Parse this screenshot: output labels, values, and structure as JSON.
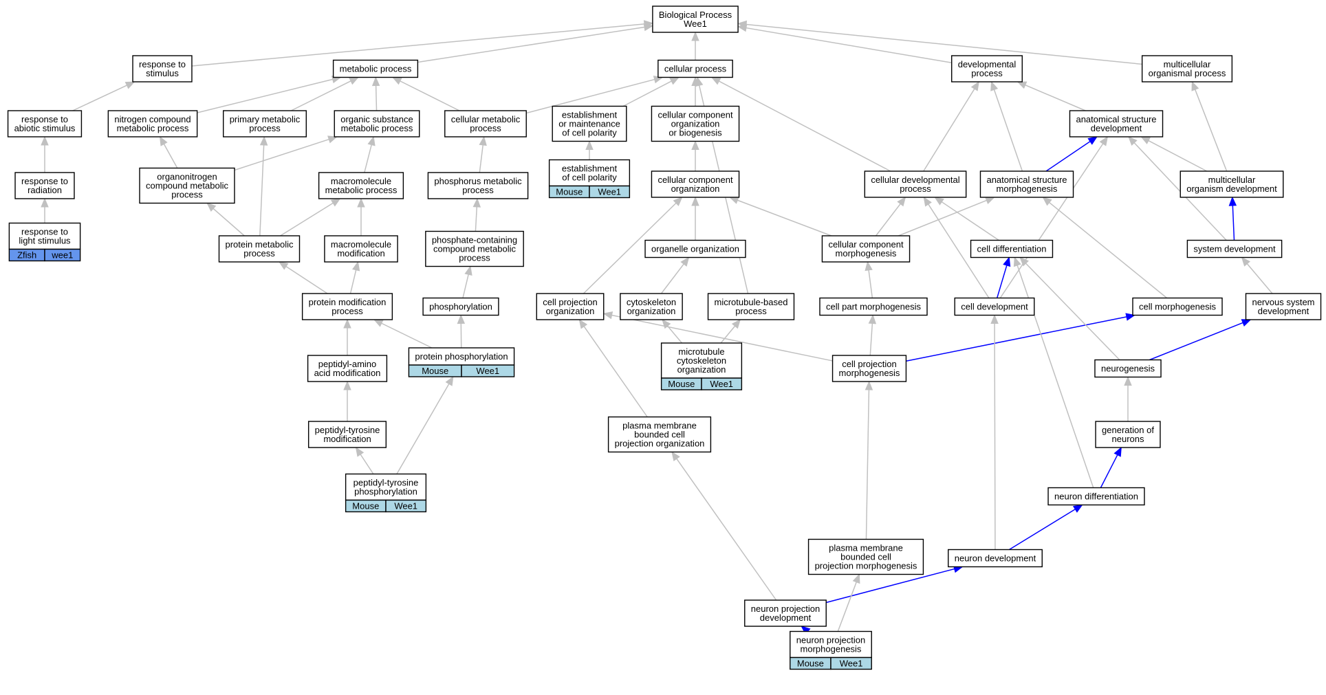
{
  "colors": {
    "edge_gray": "#c0c0c0",
    "edge_blue": "#0000ff",
    "mouse_fill": "#add8e6",
    "zfish_fill": "#6495ed"
  },
  "nodes": [
    {
      "id": "bp",
      "lines": [
        "Biological Process",
        "Wee1"
      ]
    },
    {
      "id": "rts",
      "lines": [
        "response to",
        "stimulus"
      ]
    },
    {
      "id": "mp",
      "lines": [
        "metabolic process"
      ]
    },
    {
      "id": "cp",
      "lines": [
        "cellular process"
      ]
    },
    {
      "id": "dp",
      "lines": [
        "developmental",
        "process"
      ]
    },
    {
      "id": "mop",
      "lines": [
        "multicellular",
        "organismal process"
      ]
    },
    {
      "id": "ras",
      "lines": [
        "response to",
        "abiotic stimulus"
      ]
    },
    {
      "id": "ncmp",
      "lines": [
        "nitrogen compound",
        "metabolic process"
      ]
    },
    {
      "id": "pmp",
      "lines": [
        "primary metabolic",
        "process"
      ]
    },
    {
      "id": "osmp",
      "lines": [
        "organic substance",
        "metabolic process"
      ]
    },
    {
      "id": "cmp",
      "lines": [
        "cellular metabolic",
        "process"
      ]
    },
    {
      "id": "emcp",
      "lines": [
        "establishment",
        "or maintenance",
        "of cell polarity"
      ]
    },
    {
      "id": "ccob",
      "lines": [
        "cellular component",
        "organization",
        "or biogenesis"
      ]
    },
    {
      "id": "asd",
      "lines": [
        "anatomical structure",
        "development"
      ]
    },
    {
      "id": "rtr",
      "lines": [
        "response to",
        "radiation"
      ]
    },
    {
      "id": "oncmp",
      "lines": [
        "organonitrogen",
        "compound metabolic",
        "process"
      ]
    },
    {
      "id": "mmp",
      "lines": [
        "macromolecule",
        "metabolic process"
      ]
    },
    {
      "id": "phmp",
      "lines": [
        "phosphorus metabolic",
        "process"
      ]
    },
    {
      "id": "ecp",
      "lines": [
        "establishment",
        "of cell polarity"
      ],
      "tags": [
        "Mouse",
        "Wee1"
      ]
    },
    {
      "id": "cco",
      "lines": [
        "cellular component",
        "organization"
      ]
    },
    {
      "id": "cdp",
      "lines": [
        "cellular developmental",
        "process"
      ]
    },
    {
      "id": "asm",
      "lines": [
        "anatomical structure",
        "morphogenesis"
      ]
    },
    {
      "id": "mod",
      "lines": [
        "multicellular",
        "organism development"
      ]
    },
    {
      "id": "rls",
      "lines": [
        "response to",
        "light stimulus"
      ],
      "tags": [
        "Zfish",
        "wee1"
      ],
      "tag_color": "zfish"
    },
    {
      "id": "prmp",
      "lines": [
        "protein metabolic",
        "process"
      ]
    },
    {
      "id": "mm",
      "lines": [
        "macromolecule",
        "modification"
      ]
    },
    {
      "id": "pccmp",
      "lines": [
        "phosphate-containing",
        "compound metabolic",
        "process"
      ]
    },
    {
      "id": "oo",
      "lines": [
        "organelle organization"
      ]
    },
    {
      "id": "ccm",
      "lines": [
        "cellular component",
        "morphogenesis"
      ]
    },
    {
      "id": "cdiff",
      "lines": [
        "cell differentiation"
      ]
    },
    {
      "id": "sd",
      "lines": [
        "system development"
      ]
    },
    {
      "id": "pmod",
      "lines": [
        "protein modification",
        "process"
      ]
    },
    {
      "id": "phos",
      "lines": [
        "phosphorylation"
      ]
    },
    {
      "id": "cpo",
      "lines": [
        "cell projection",
        "organization"
      ]
    },
    {
      "id": "cyto",
      "lines": [
        "cytoskeleton",
        "organization"
      ]
    },
    {
      "id": "mbp",
      "lines": [
        "microtubule-based",
        "process"
      ]
    },
    {
      "id": "cpm",
      "lines": [
        "cell part morphogenesis"
      ]
    },
    {
      "id": "cdev",
      "lines": [
        "cell development"
      ]
    },
    {
      "id": "cmorph",
      "lines": [
        "cell morphogenesis"
      ]
    },
    {
      "id": "nsd",
      "lines": [
        "nervous system",
        "development"
      ]
    },
    {
      "id": "pam",
      "lines": [
        "peptidyl-amino",
        "acid modification"
      ]
    },
    {
      "id": "pp",
      "lines": [
        "protein phosphorylation"
      ],
      "tags": [
        "Mouse",
        "Wee1"
      ]
    },
    {
      "id": "mco",
      "lines": [
        "microtubule",
        "cytoskeleton",
        "organization"
      ],
      "tags": [
        "Mouse",
        "Wee1"
      ]
    },
    {
      "id": "cpmorph",
      "lines": [
        "cell projection",
        "morphogenesis"
      ]
    },
    {
      "id": "neurog",
      "lines": [
        "neurogenesis"
      ]
    },
    {
      "id": "ptm",
      "lines": [
        "peptidyl-tyrosine",
        "modification"
      ]
    },
    {
      "id": "pmbcpo",
      "lines": [
        "plasma membrane",
        "bounded cell",
        "projection organization"
      ]
    },
    {
      "id": "gon",
      "lines": [
        "generation of",
        "neurons"
      ]
    },
    {
      "id": "ptp",
      "lines": [
        "peptidyl-tyrosine",
        "phosphorylation"
      ],
      "tags": [
        "Mouse",
        "Wee1"
      ]
    },
    {
      "id": "ndiff",
      "lines": [
        "neuron differentiation"
      ]
    },
    {
      "id": "pmbcpm",
      "lines": [
        "plasma membrane",
        "bounded cell",
        "projection morphogenesis"
      ]
    },
    {
      "id": "ndev",
      "lines": [
        "neuron development"
      ]
    },
    {
      "id": "npd",
      "lines": [
        "neuron projection",
        "development"
      ]
    },
    {
      "id": "npm",
      "lines": [
        "neuron projection",
        "morphogenesis"
      ],
      "tags": [
        "Mouse",
        "Wee1"
      ]
    }
  ],
  "edges": [
    {
      "from": "rts",
      "to": "bp",
      "color": "gray"
    },
    {
      "from": "mp",
      "to": "bp",
      "color": "gray"
    },
    {
      "from": "cp",
      "to": "bp",
      "color": "gray"
    },
    {
      "from": "dp",
      "to": "bp",
      "color": "gray"
    },
    {
      "from": "mop",
      "to": "bp",
      "color": "gray"
    },
    {
      "from": "ras",
      "to": "rts",
      "color": "gray"
    },
    {
      "from": "rtr",
      "to": "ras",
      "color": "gray"
    },
    {
      "from": "rls",
      "to": "rtr",
      "color": "gray"
    },
    {
      "from": "ncmp",
      "to": "mp",
      "color": "gray"
    },
    {
      "from": "pmp",
      "to": "mp",
      "color": "gray"
    },
    {
      "from": "osmp",
      "to": "mp",
      "color": "gray"
    },
    {
      "from": "cmp",
      "to": "mp",
      "color": "gray"
    },
    {
      "from": "cmp",
      "to": "cp",
      "color": "gray"
    },
    {
      "from": "emcp",
      "to": "cp",
      "color": "gray"
    },
    {
      "from": "ccob",
      "to": "cp",
      "color": "gray"
    },
    {
      "from": "cdp",
      "to": "cp",
      "color": "gray"
    },
    {
      "from": "mbp",
      "to": "cp",
      "color": "gray"
    },
    {
      "from": "oncmp",
      "to": "ncmp",
      "color": "gray"
    },
    {
      "from": "oncmp",
      "to": "osmp",
      "color": "gray"
    },
    {
      "from": "mmp",
      "to": "osmp",
      "color": "gray"
    },
    {
      "from": "prmp",
      "to": "pmp",
      "color": "gray"
    },
    {
      "from": "prmp",
      "to": "oncmp",
      "color": "gray"
    },
    {
      "from": "prmp",
      "to": "mmp",
      "color": "gray"
    },
    {
      "from": "mm",
      "to": "mmp",
      "color": "gray"
    },
    {
      "from": "pmod",
      "to": "prmp",
      "color": "gray"
    },
    {
      "from": "pmod",
      "to": "mm",
      "color": "gray"
    },
    {
      "from": "pam",
      "to": "pmod",
      "color": "gray"
    },
    {
      "from": "ptm",
      "to": "pam",
      "color": "gray"
    },
    {
      "from": "ptp",
      "to": "ptm",
      "color": "gray"
    },
    {
      "from": "ptp",
      "to": "pp",
      "color": "gray"
    },
    {
      "from": "pp",
      "to": "pmod",
      "color": "gray"
    },
    {
      "from": "pp",
      "to": "phos",
      "color": "gray"
    },
    {
      "from": "phos",
      "to": "pccmp",
      "color": "gray"
    },
    {
      "from": "pccmp",
      "to": "phmp",
      "color": "gray"
    },
    {
      "from": "phmp",
      "to": "cmp",
      "color": "gray"
    },
    {
      "from": "ecp",
      "to": "emcp",
      "color": "gray"
    },
    {
      "from": "cco",
      "to": "ccob",
      "color": "gray"
    },
    {
      "from": "oo",
      "to": "cco",
      "color": "gray"
    },
    {
      "from": "cyto",
      "to": "oo",
      "color": "gray"
    },
    {
      "from": "mco",
      "to": "cyto",
      "color": "gray"
    },
    {
      "from": "mco",
      "to": "mbp",
      "color": "gray"
    },
    {
      "from": "cpo",
      "to": "cco",
      "color": "gray"
    },
    {
      "from": "ccm",
      "to": "cco",
      "color": "gray"
    },
    {
      "from": "ccm",
      "to": "cdp",
      "color": "gray"
    },
    {
      "from": "ccm",
      "to": "asm",
      "color": "gray"
    },
    {
      "from": "cpm",
      "to": "ccm",
      "color": "gray"
    },
    {
      "from": "cpmorph",
      "to": "cpm",
      "color": "gray"
    },
    {
      "from": "cpmorph",
      "to": "cpo",
      "color": "gray"
    },
    {
      "from": "cpmorph",
      "to": "cmorph",
      "color": "blue"
    },
    {
      "from": "pmbcpo",
      "to": "cpo",
      "color": "gray"
    },
    {
      "from": "pmbcpm",
      "to": "cpmorph",
      "color": "gray"
    },
    {
      "from": "npd",
      "to": "pmbcpo",
      "color": "gray"
    },
    {
      "from": "npd",
      "to": "ndev",
      "color": "blue"
    },
    {
      "from": "npm",
      "to": "npd",
      "color": "blue"
    },
    {
      "from": "npm",
      "to": "pmbcpm",
      "color": "gray"
    },
    {
      "from": "ndev",
      "to": "ndiff",
      "color": "blue"
    },
    {
      "from": "ndev",
      "to": "cdev",
      "color": "gray"
    },
    {
      "from": "ndiff",
      "to": "gon",
      "color": "blue"
    },
    {
      "from": "ndiff",
      "to": "cdiff",
      "color": "gray"
    },
    {
      "from": "gon",
      "to": "neurog",
      "color": "gray"
    },
    {
      "from": "neurog",
      "to": "nsd",
      "color": "blue"
    },
    {
      "from": "neurog",
      "to": "cdiff",
      "color": "gray"
    },
    {
      "from": "nsd",
      "to": "sd",
      "color": "gray"
    },
    {
      "from": "sd",
      "to": "mod",
      "color": "blue"
    },
    {
      "from": "sd",
      "to": "asd",
      "color": "gray"
    },
    {
      "from": "mod",
      "to": "asd",
      "color": "gray"
    },
    {
      "from": "mod",
      "to": "mop",
      "color": "gray"
    },
    {
      "from": "asm",
      "to": "asd",
      "color": "blue"
    },
    {
      "from": "asm",
      "to": "dp",
      "color": "gray"
    },
    {
      "from": "asd",
      "to": "dp",
      "color": "gray"
    },
    {
      "from": "cdp",
      "to": "dp",
      "color": "gray"
    },
    {
      "from": "cdiff",
      "to": "cdp",
      "color": "gray"
    },
    {
      "from": "cdev",
      "to": "cdp",
      "color": "gray"
    },
    {
      "from": "cdev",
      "to": "cdiff",
      "color": "blue"
    },
    {
      "from": "cdev",
      "to": "asd",
      "color": "gray"
    },
    {
      "from": "cmorph",
      "to": "asm",
      "color": "gray"
    }
  ]
}
